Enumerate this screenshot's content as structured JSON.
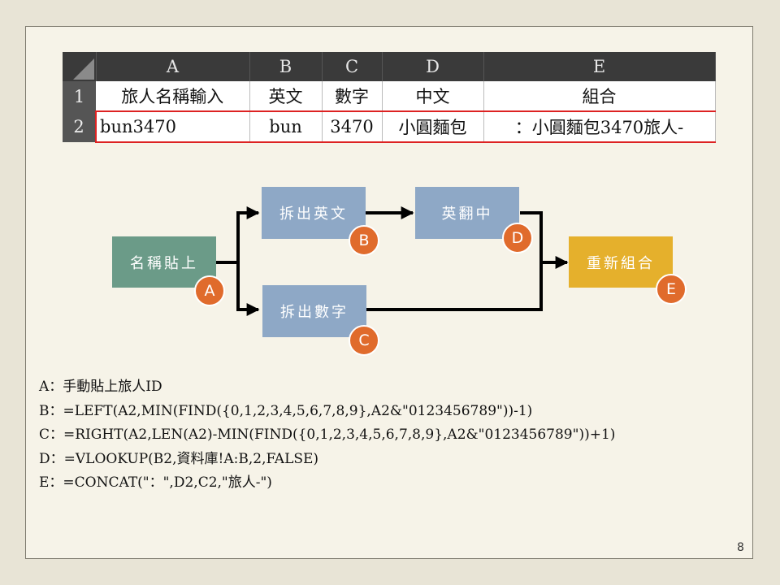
{
  "sheet": {
    "columns": [
      "A",
      "B",
      "C",
      "D",
      "E"
    ],
    "rows": [
      {
        "num": "1",
        "cells": [
          "旅人名稱輸入",
          "英文",
          "數字",
          "中文",
          "組合"
        ]
      },
      {
        "num": "2",
        "cells": [
          "bun3470",
          "bun",
          "3470",
          "小圓麵包",
          "：小圓麵包3470旅人-"
        ]
      }
    ]
  },
  "diagram": {
    "nodes": {
      "paste": {
        "label": "名稱貼上",
        "badge": "A",
        "color": "#6b9b88"
      },
      "english": {
        "label": "拆出英文",
        "badge": "B",
        "color": "#8ea8c6"
      },
      "translate": {
        "label": "英翻中",
        "badge": "D",
        "color": "#8ea8c6"
      },
      "digits": {
        "label": "拆出數字",
        "badge": "C",
        "color": "#8ea8c6"
      },
      "combine": {
        "label": "重新組合",
        "badge": "E",
        "color": "#e5b02c"
      }
    },
    "badge_color": "#e06b2c"
  },
  "formulas": [
    "A：手動貼上旅人ID",
    "B：=LEFT(A2,MIN(FIND({0,1,2,3,4,5,6,7,8,9},A2&\"0123456789\"))-1)",
    "C：=RIGHT(A2,LEN(A2)-MIN(FIND({0,1,2,3,4,5,6,7,8,9},A2&\"0123456789\"))+1)",
    "D：=VLOOKUP(B2,資料庫!A:B,2,FALSE)",
    "E：=CONCAT(\"：\",D2,C2,\"旅人-\")"
  ],
  "page_number": "8"
}
